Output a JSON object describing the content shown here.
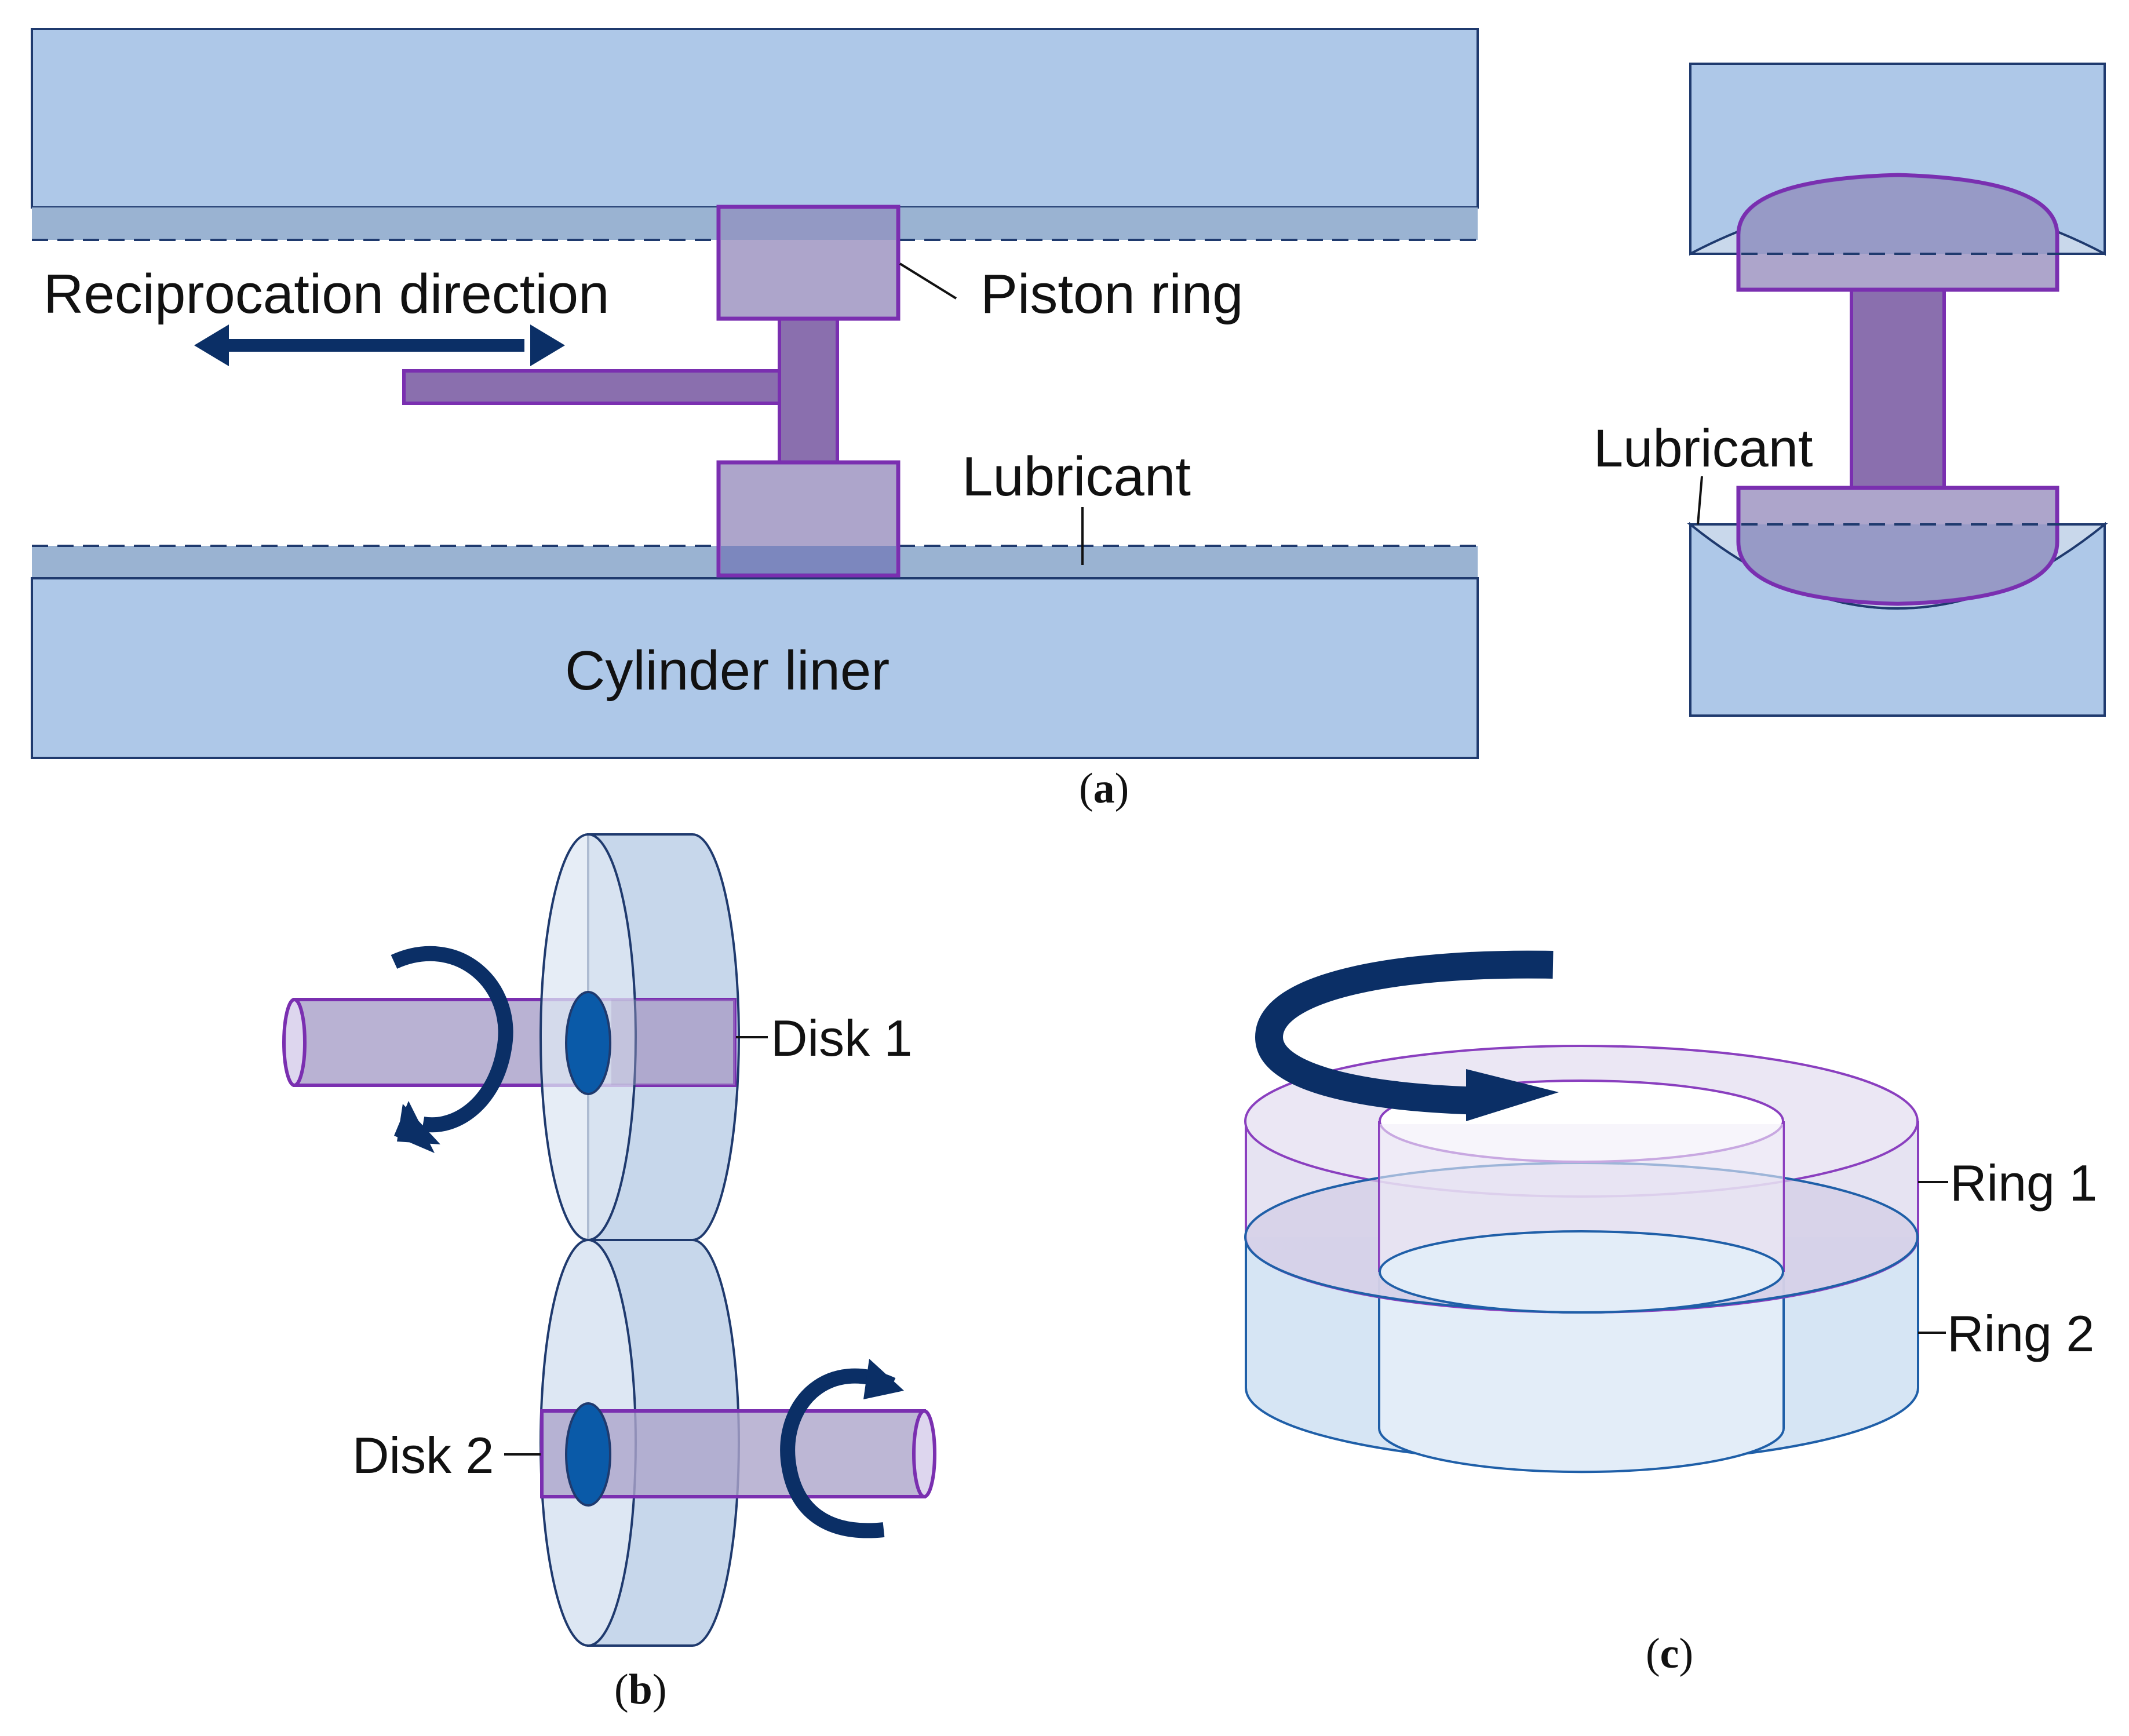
{
  "colors": {
    "steel": "#aec8e8",
    "steel_stroke": "#1f3a6e",
    "film": "#9ab3d2",
    "ring_fill": "#ada5cb",
    "ring_stroke": "#7a2fb0",
    "rod_fill": "#8a6fae",
    "arrow_dark": "#0b2f66",
    "hub_blue": "#0a5aa8",
    "disk_face": "#dde7f3",
    "disk_side": "#c7d7eb",
    "ring1_fill": "#e2def0",
    "ring2_fill": "#d6e5f4"
  },
  "panel_a": {
    "reciprocation_label": "Reciprocation direction",
    "piston_ring_label": "Piston ring",
    "lubricant_label": "Lubricant",
    "cylinder_liner_label": "Cylinder liner",
    "side_lubricant_label": "Lubricant",
    "caption_open": "(",
    "caption_letter": "a",
    "caption_close": ")"
  },
  "panel_b": {
    "disk1_label": "Disk 1",
    "disk2_label": "Disk 2",
    "caption_open": "(",
    "caption_letter": "b",
    "caption_close": ")"
  },
  "panel_c": {
    "ring1_label": "Ring 1",
    "ring2_label": "Ring 2",
    "caption_open": "(",
    "caption_letter": "c",
    "caption_close": ")"
  },
  "icons": [
    "double-arrow-icon",
    "rotation-arrow-icon"
  ]
}
